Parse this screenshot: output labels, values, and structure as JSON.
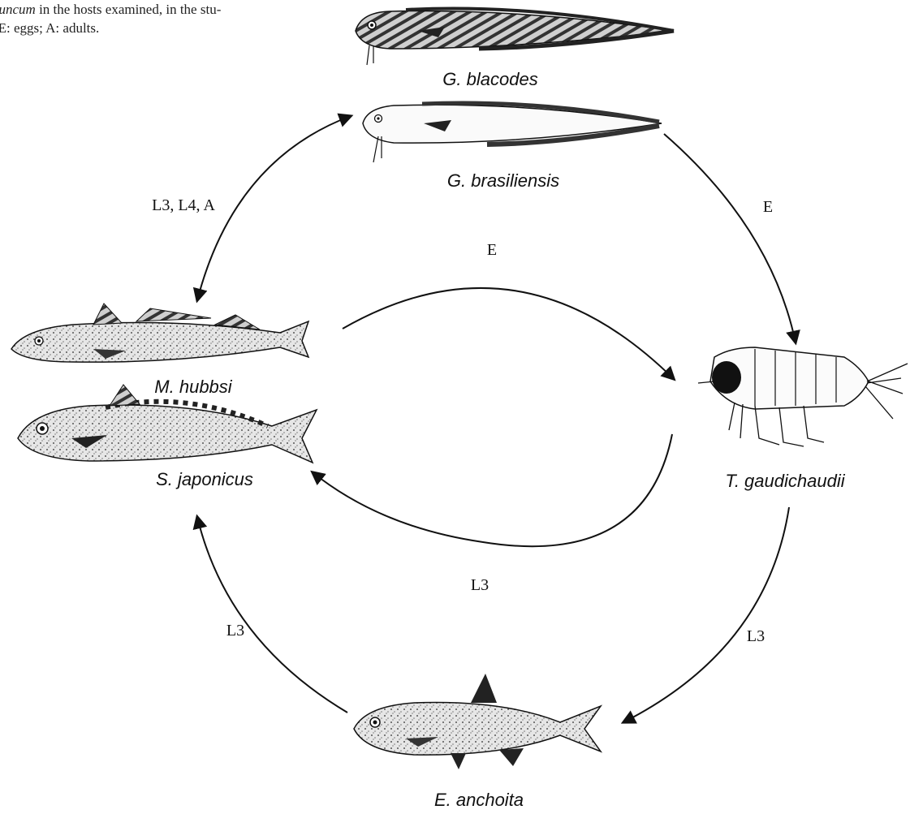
{
  "caption": {
    "line1_italic": "duncum",
    "line1_rest": " in the hosts examined, in the stu-",
    "line2": "ea. E: eggs; A: adults."
  },
  "hosts": {
    "g_blacodes": "G. blacodes",
    "g_brasiliensis": "G. brasiliensis",
    "m_hubbsi": "M. hubbsi",
    "s_japonicus": "S. japonicus",
    "t_gaudichaudii": "T. gaudichaudii",
    "e_anchoita": "E. anchoita"
  },
  "stages": {
    "top_left": "L3, L4, A",
    "top_right": "E",
    "center_top": "E",
    "center_bottom": "L3",
    "bottom_left": "L3",
    "bottom_right": "L3"
  },
  "colors": {
    "ink": "#111111",
    "fish_fill": "#d8d8d8",
    "fish_dark": "#4a4a4a"
  }
}
